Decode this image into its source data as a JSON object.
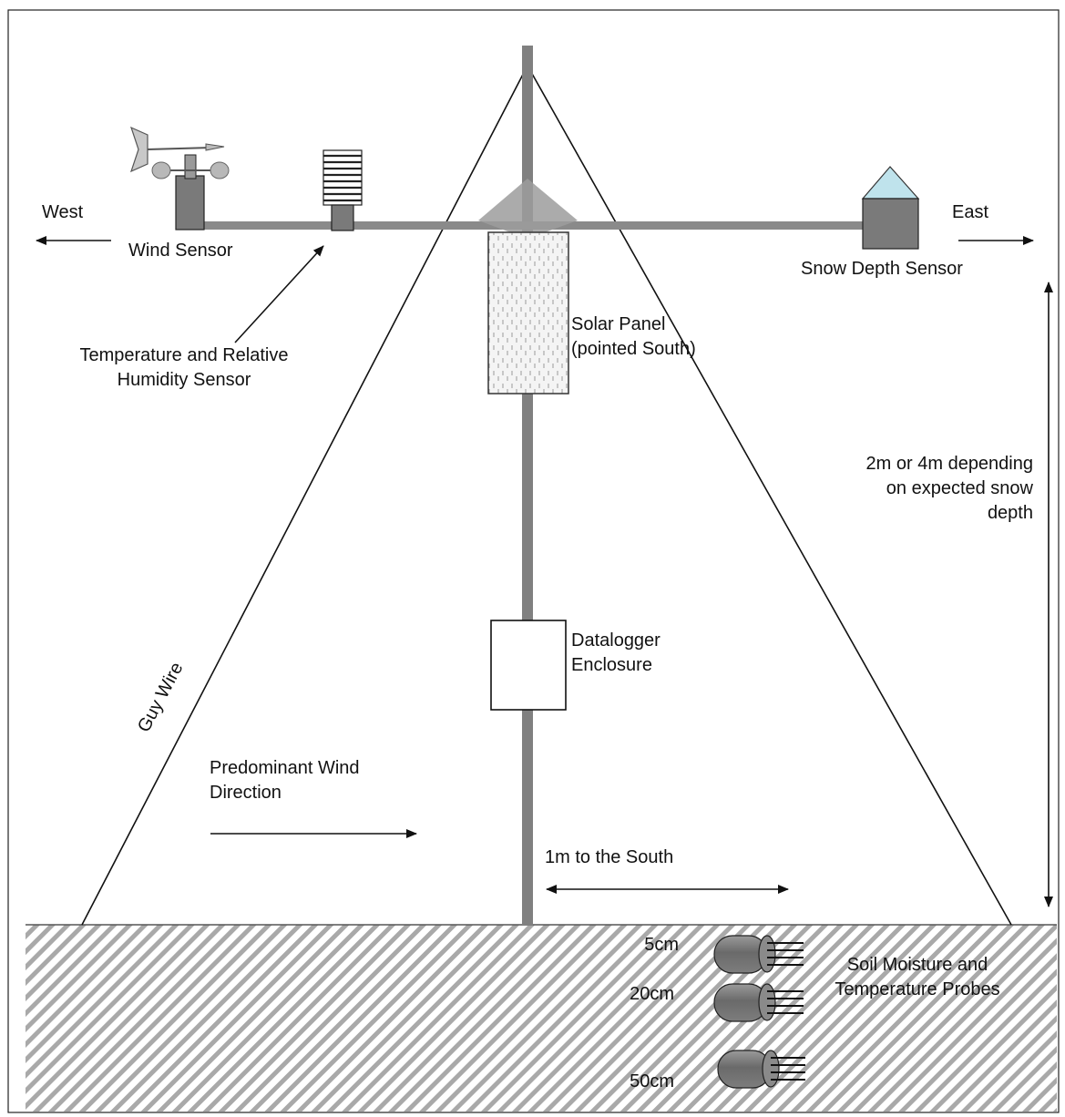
{
  "labels": {
    "west": "West",
    "east": "East",
    "wind_sensor": "Wind Sensor",
    "snow_depth_sensor": "Snow Depth Sensor",
    "temp_rh_line1": "Temperature and Relative",
    "temp_rh_line2": "Humidity Sensor",
    "solar_panel_line1": "Solar Panel",
    "solar_panel_line2": "(pointed South)",
    "height_line1": "2m or 4m depending",
    "height_line2": "on expected snow",
    "height_line3": "depth",
    "datalogger_line1": "Datalogger",
    "datalogger_line2": "Enclosure",
    "guy_wire": "Guy Wire",
    "wind_dir_line1": "Predominant Wind",
    "wind_dir_line2": "Direction",
    "south_offset": "1m to the South",
    "depth_5": "5cm",
    "depth_20": "20cm",
    "depth_50": "50cm",
    "soil_line1": "Soil Moisture and",
    "soil_line2": "Temperature Probes"
  },
  "colors": {
    "mast": "#808080",
    "crossarm": "#8a8a8a",
    "sensor_body": "#7a7a7a",
    "snow_roof": "#bfe3ec",
    "ground_hatch": "#a9a9a9",
    "line": "#111111"
  }
}
